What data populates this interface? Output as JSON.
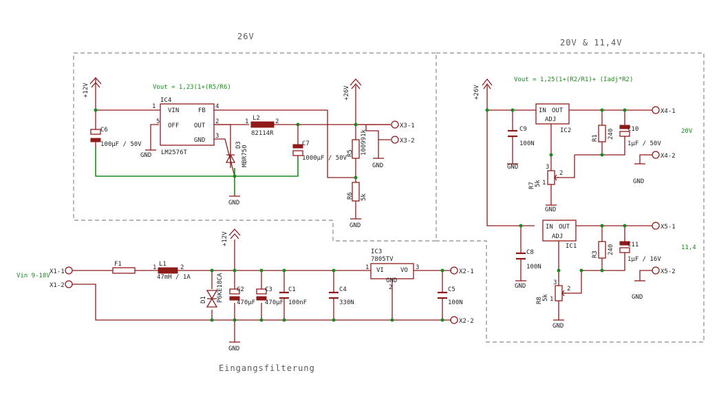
{
  "frames": {
    "f26": "26V",
    "f20": "20V & 11,4V",
    "input": "Eingangsfilterung"
  },
  "formulas": {
    "lm2576": "Vout = 1,23(1+(R5/R6)",
    "lm317": "Vout = 1,25(1+(R2/R1)+ (Iadj*R2)"
  },
  "voltage_tags": {
    "v20": "20V",
    "v11": "11,4"
  },
  "supply": {
    "vin": "Vin 9-18V"
  },
  "power_symbols": {
    "p12": "+12V",
    "p26": "+26V"
  },
  "gnd": "GND",
  "connectors": {
    "x11": "X1-1",
    "x12": "X1-2",
    "x21": "X2-1",
    "x22": "X2-2",
    "x31": "X3-1",
    "x32": "X3-2",
    "x41": "X4-1",
    "x42": "X4-2",
    "x51": "X5-1",
    "x52": "X5-2"
  },
  "ic4": {
    "ref": "IC4",
    "part": "LM2576T",
    "pins": {
      "vin": "VIN",
      "fb": "FB",
      "off": "OFF",
      "out": "OUT",
      "gnd": "GND"
    },
    "nums": {
      "n1": "1",
      "n4": "4",
      "n5": "5",
      "n2": "2",
      "n3": "3"
    }
  },
  "ic3": {
    "ref": "IC3",
    "part": "7805TV",
    "pins": {
      "vi": "VI",
      "vo": "VO",
      "gnd": "GND"
    },
    "nums": {
      "n1": "1",
      "n3": "3",
      "n2": "2"
    }
  },
  "ic2": {
    "ref": "IC2",
    "pins": {
      "in": "IN",
      "out": "OUT",
      "adj": "ADJ"
    }
  },
  "ic1": {
    "ref": "IC1",
    "pins": {
      "in": "IN",
      "out": "OUT",
      "adj": "ADJ"
    }
  },
  "parts": {
    "c6": {
      "ref": "C6",
      "val": "100µF / 50V"
    },
    "c7": {
      "ref": "C7",
      "val": "1000µF / 50V"
    },
    "l2": {
      "ref": "L2",
      "val": "82114R",
      "n1": "1",
      "n2": "2"
    },
    "d3": {
      "ref": "D3",
      "val": "MBR750"
    },
    "r5": {
      "ref": "R5",
      "val": "100991k"
    },
    "r6": {
      "ref": "R6",
      "val": "5k"
    },
    "f1": {
      "ref": "F1"
    },
    "l1": {
      "ref": "L1",
      "val": "47mH / 1A",
      "n1": "1",
      "n2": "2"
    },
    "d1": {
      "ref": "D1",
      "val": "P6KE18CA"
    },
    "c2": {
      "ref": "C2",
      "val": "470µF"
    },
    "c3": {
      "ref": "C3",
      "val": "470µF"
    },
    "c1": {
      "ref": "C1",
      "val": "100nF"
    },
    "c4": {
      "ref": "C4",
      "val": "330N"
    },
    "c5": {
      "ref": "C5",
      "val": "100N"
    },
    "c9": {
      "ref": "C9",
      "val": "100N"
    },
    "c10": {
      "ref": "C10",
      "val": "1µF / 50V"
    },
    "r1": {
      "ref": "R1",
      "val": "240"
    },
    "r7": {
      "ref": "R7",
      "val": "5k",
      "n1": "1",
      "n2": "2",
      "n3": "3"
    },
    "c8": {
      "ref": "C8",
      "val": "100N"
    },
    "c11": {
      "ref": "C11",
      "val": "1µF / 16V"
    },
    "r3": {
      "ref": "R3",
      "val": "240"
    },
    "r8": {
      "ref": "R8",
      "val": "5k",
      "n1": "1",
      "n2": "2",
      "n3": "3"
    }
  },
  "colors": {
    "wire": "#8e1a1a",
    "gnd_wire": "#1a8a1a",
    "frame": "#8b8b8b",
    "text": "#222222"
  }
}
